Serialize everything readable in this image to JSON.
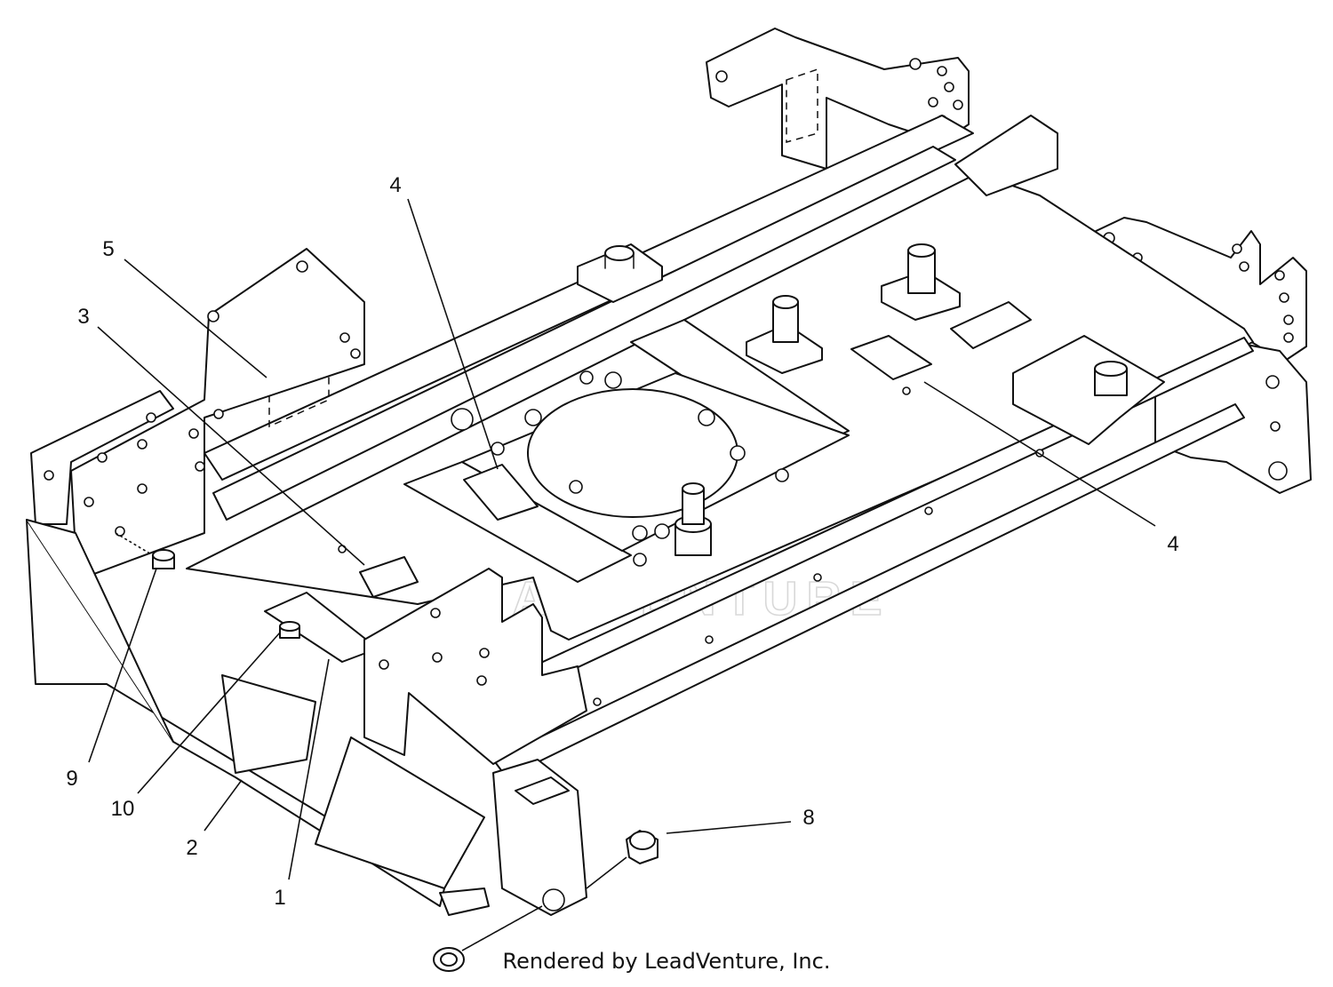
{
  "diagram": {
    "callouts": [
      {
        "id": "c1",
        "label": "1"
      },
      {
        "id": "c2",
        "label": "2"
      },
      {
        "id": "c3",
        "label": "3"
      },
      {
        "id": "c4a",
        "label": "4"
      },
      {
        "id": "c4b",
        "label": "4"
      },
      {
        "id": "c5",
        "label": "5"
      },
      {
        "id": "c8",
        "label": "8"
      },
      {
        "id": "c9",
        "label": "9"
      },
      {
        "id": "c10",
        "label": "10"
      }
    ],
    "watermark": "LEADVENTURE",
    "credit": "Rendered by LeadVenture, Inc."
  }
}
